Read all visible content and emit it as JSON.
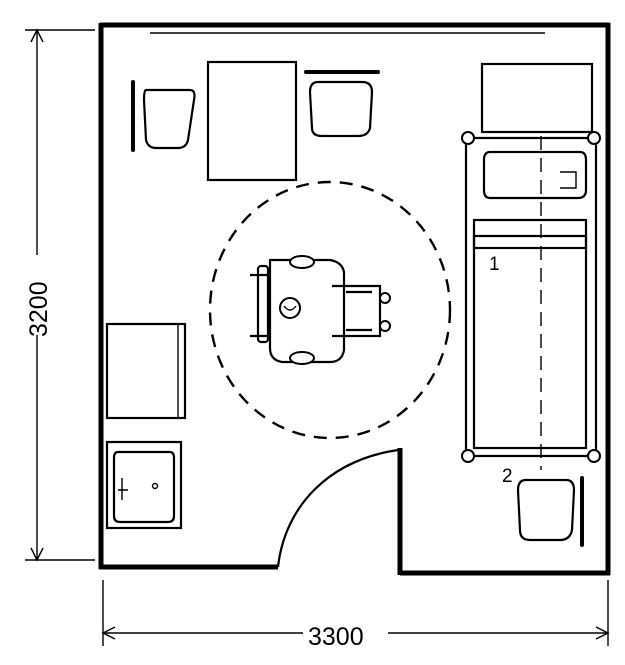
{
  "dimensions": {
    "width_label": "3300",
    "height_label": "3200"
  },
  "bed_labels": {
    "bed_1": "1",
    "bed_2": "2"
  }
}
